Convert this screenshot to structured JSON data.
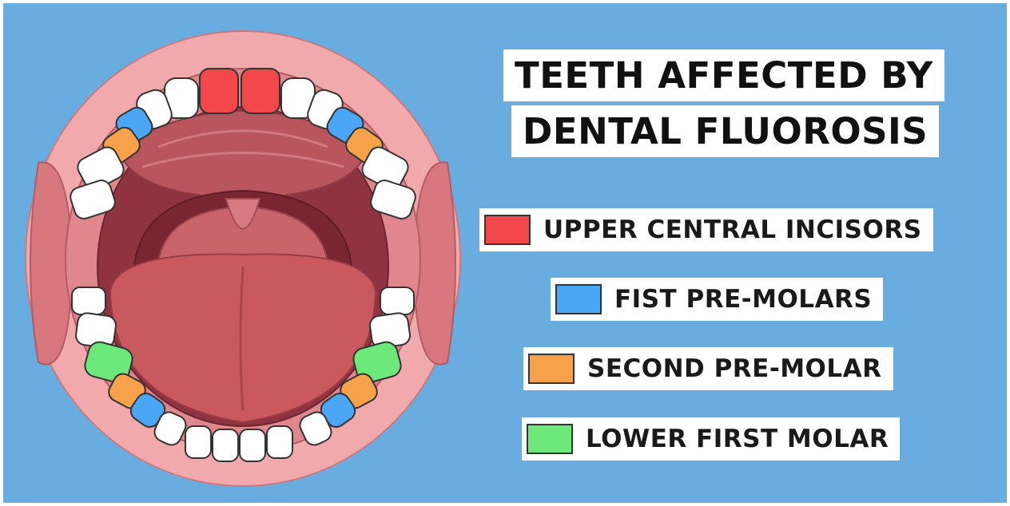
{
  "title": {
    "line1": "TEETH AFFECTED BY",
    "line2": "DENTAL FLUOROSIS"
  },
  "legend": [
    {
      "label": "UPPER CENTRAL INCISORS",
      "color": "#f2474b"
    },
    {
      "label": "FIST PRE-MOLARS",
      "color": "#4ba6f6"
    },
    {
      "label": "SECOND PRE-MOLAR",
      "color": "#f7a14a"
    },
    {
      "label": "LOWER FIRST MOLAR",
      "color": "#6de87b"
    }
  ],
  "colors": {
    "background": "#68ace0",
    "healthy_tooth": "#ffffff",
    "lip": "#f2a9ac",
    "mouth_inside": "#9b3b45",
    "tongue": "#c9595f"
  }
}
